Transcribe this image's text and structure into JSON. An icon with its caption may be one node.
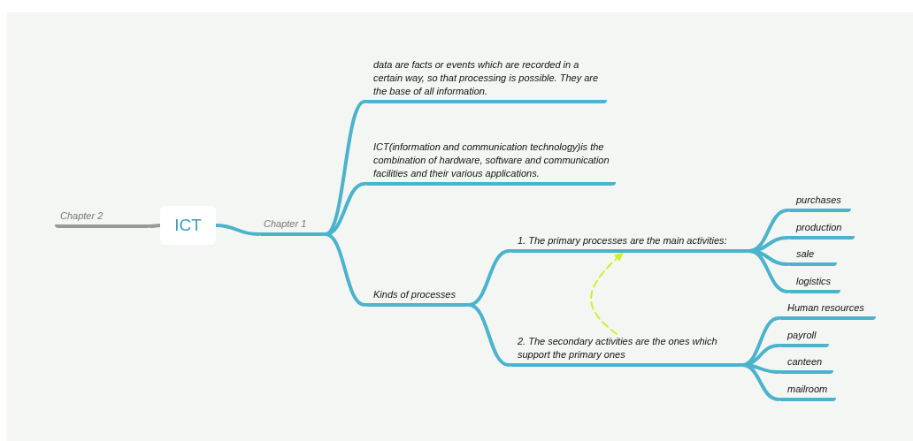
{
  "diagram": {
    "nodes": [
      {
        "text": [
          "ICT"
        ]
      },
      {
        "text": [
          "Chapter 2"
        ]
      },
      {
        "text": [
          "Chapter 1"
        ]
      },
      {
        "text": [
          "data are facts or events which are recorded in a certain way, so that processing is possible. They are the base of all information."
        ]
      },
      {
        "text": [
          "ICT(information and communication technology)is the combination of hardware, software and communication facilities and their various applications."
        ]
      },
      {
        "text": [
          "Kinds of processes"
        ]
      },
      {
        "text": [
          "1. The primary processes are the main activities:"
        ]
      },
      {
        "text": [
          "2. The secondary activities are the ones which support the primary ones"
        ]
      },
      {
        "text": [
          "purchases"
        ]
      },
      {
        "text": [
          "production"
        ]
      },
      {
        "text": [
          "sale"
        ]
      },
      {
        "text": [
          "logistics"
        ]
      },
      {
        "text": [
          "Human resources"
        ]
      },
      {
        "text": [
          "payroll"
        ]
      },
      {
        "text": [
          "canteen"
        ]
      },
      {
        "text": [
          "mailroom"
        ]
      }
    ],
    "edges": [
      {
        "from": 0,
        "to": 1,
        "arrow": "none",
        "color": "#999999"
      },
      {
        "from": 0,
        "to": 2,
        "arrow": "none"
      },
      {
        "from": 2,
        "to": 3,
        "arrow": "none"
      },
      {
        "from": 2,
        "to": 4,
        "arrow": "none"
      },
      {
        "from": 2,
        "to": 5,
        "arrow": "none"
      },
      {
        "from": 5,
        "to": 6,
        "arrow": "none"
      },
      {
        "from": 5,
        "to": 7,
        "arrow": "none"
      },
      {
        "from": 6,
        "to": 8,
        "arrow": "none"
      },
      {
        "from": 6,
        "to": 9,
        "arrow": "none"
      },
      {
        "from": 6,
        "to": 10,
        "arrow": "none"
      },
      {
        "from": 6,
        "to": 11,
        "arrow": "none"
      },
      {
        "from": 7,
        "to": 12,
        "arrow": "none"
      },
      {
        "from": 7,
        "to": 13,
        "arrow": "none"
      },
      {
        "from": 7,
        "to": 14,
        "arrow": "none"
      },
      {
        "from": 7,
        "to": 15,
        "arrow": "none"
      },
      {
        "from": 7,
        "to": 6,
        "arrow": "to",
        "style": "dashed",
        "color": "#ccf02a"
      }
    ]
  }
}
